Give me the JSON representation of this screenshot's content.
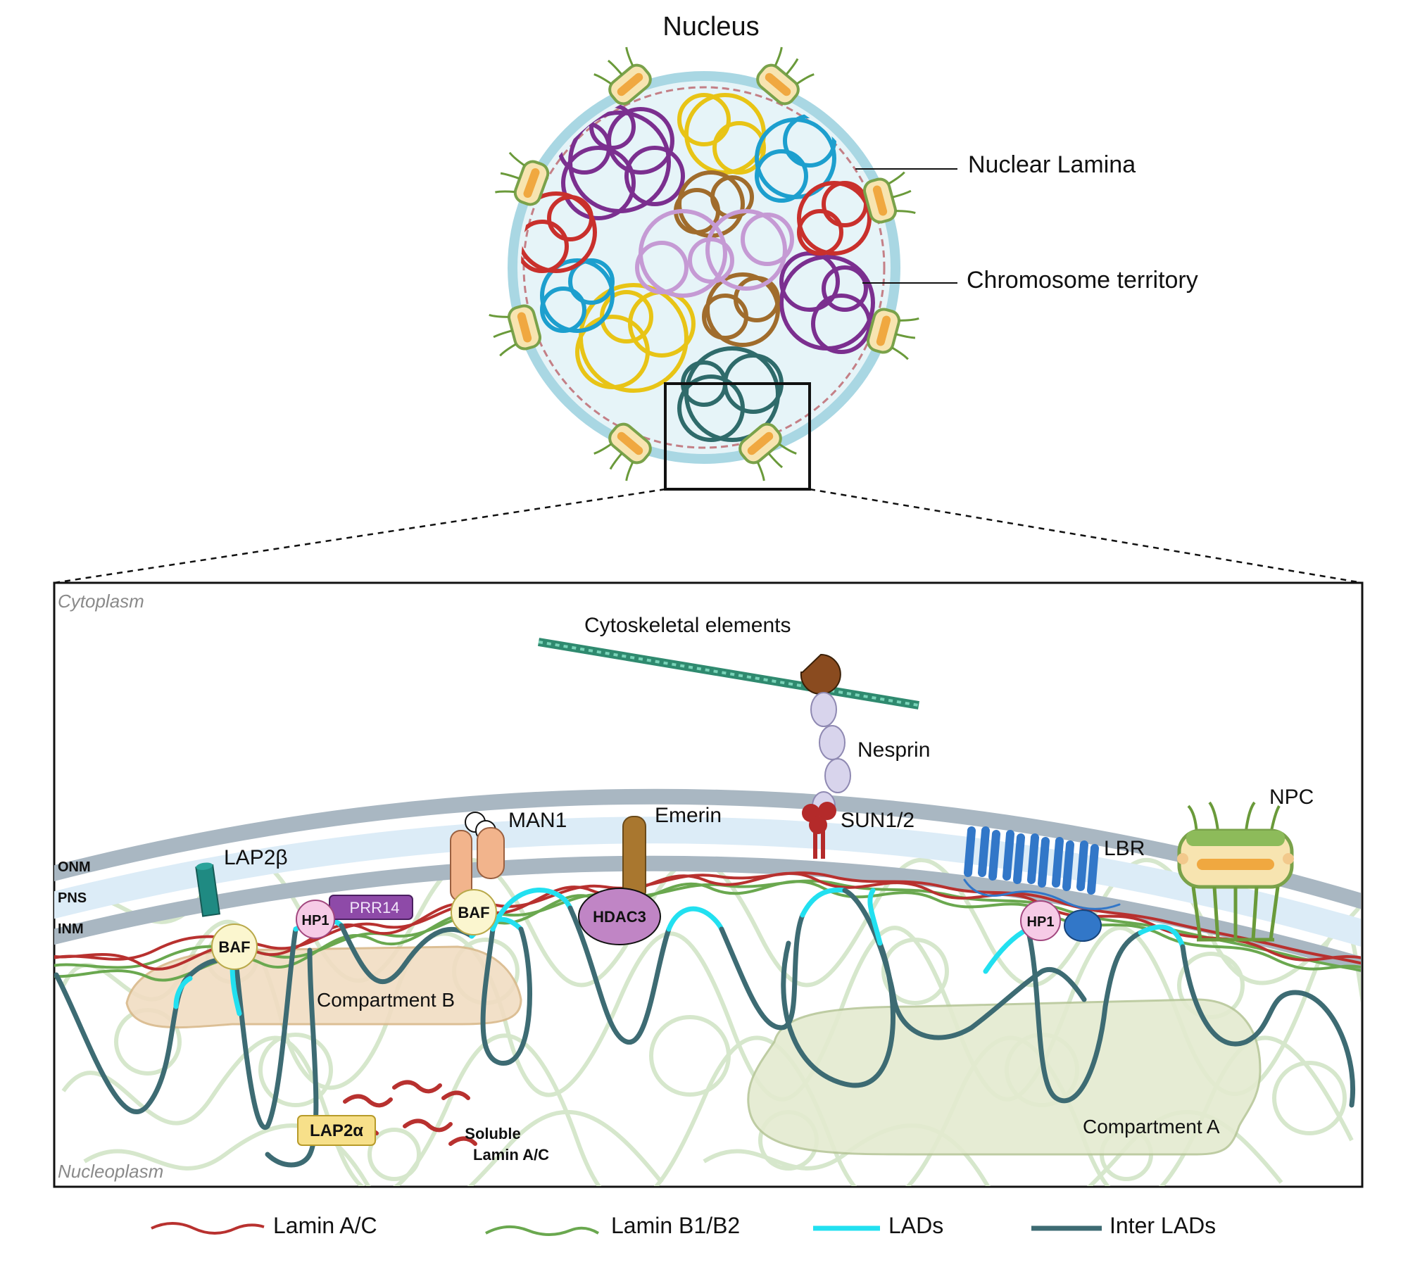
{
  "title": "Nucleus",
  "overview_labels": {
    "nuclear_lamina": "Nuclear Lamina",
    "chromosome_territory": "Chromosome territory"
  },
  "regions": {
    "cytoplasm": "Cytoplasm",
    "nucleoplasm": "Nucleoplasm"
  },
  "membranes": {
    "onm": "ONM",
    "pns": "PNS",
    "inm": "INM"
  },
  "proteins": {
    "cytoskeletal": "Cytoskeletal elements",
    "nesprin": "Nesprin",
    "sun": "SUN1/2",
    "man1": "MAN1",
    "emerin": "Emerin",
    "lbr": "LBR",
    "npc": "NPC",
    "lap2b": "LAP2β",
    "baf1": "BAF",
    "baf2": "BAF",
    "hp1a": "HP1",
    "hp1b": "HP1",
    "prr14": "PRR14",
    "hdac3": "HDAC3",
    "lap2a": "LAP2α",
    "soluble_line1": "Soluble",
    "soluble_line2": "Lamin A/C"
  },
  "compartments": {
    "b": "Compartment B",
    "a": "Compartment A"
  },
  "legend": [
    {
      "label": "Lamin A/C",
      "color": "#b8312f"
    },
    {
      "label": "Lamin B1/B2",
      "color": "#6aa84f"
    },
    {
      "label": "LADs",
      "color": "#22e0f0"
    },
    {
      "label": "Inter LADs",
      "color": "#3d6b73"
    }
  ],
  "colors": {
    "lamin_ac": "#b8312f",
    "lamin_b": "#6aa84f",
    "lads": "#22e0f0",
    "inter_lads": "#3d6b73",
    "membrane": "#a9b7c2",
    "pns": "#dcecf7",
    "territories": [
      "#7b2f8f",
      "#e8c416",
      "#1d9fce",
      "#a06c2c",
      "#c9302c",
      "#c59ad4",
      "#2f6b6b"
    ]
  }
}
